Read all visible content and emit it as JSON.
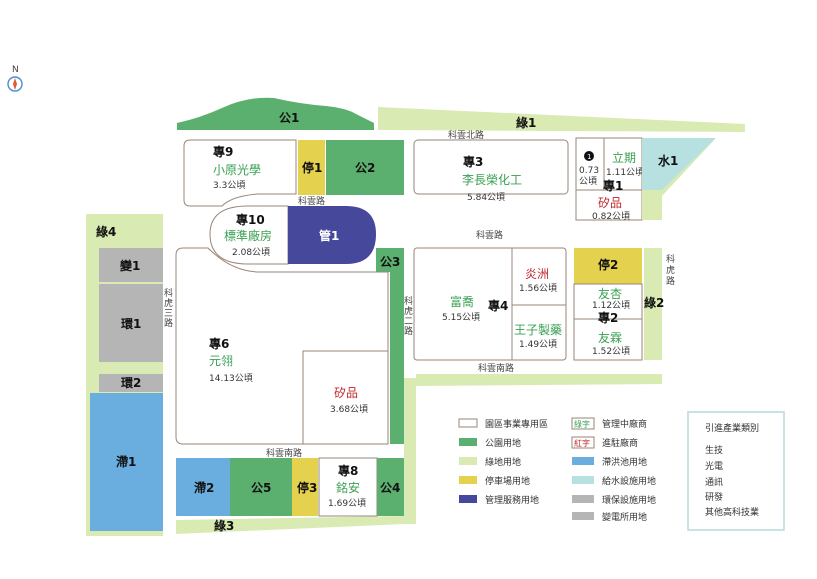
{
  "north": {
    "label": "N"
  },
  "roads": {
    "north": "科雲北路",
    "center_top": "科雲路",
    "center": "科雲路",
    "south_right": "科雲南路",
    "south_left": "科雲南路",
    "vert1": [
      "科",
      "虎",
      "三",
      "路"
    ],
    "vert2": [
      "科",
      "虎",
      "二",
      "路"
    ],
    "vert3": [
      "科",
      "虎",
      "路"
    ]
  },
  "parcels": {
    "gong1": "公1",
    "lu1": "綠1",
    "lu2": "綠2",
    "lu3": "綠3",
    "lu4": "綠4",
    "gong2": "公2",
    "gong3": "公3",
    "gong4": "公4",
    "gong5": "公5",
    "ting1": "停1",
    "ting2": "停2",
    "ting3": "停3",
    "shui1": "水1",
    "guan1": "管1",
    "bian1": "變1",
    "huan1": "環1",
    "huan2": "環2",
    "zhi1": "滯1",
    "zhi2": "滯2",
    "zhuan9": {
      "code": "專9",
      "company": "小原光學",
      "area": "3.3公頃"
    },
    "zhuan10": {
      "code": "專10",
      "company": "標準廠房",
      "area": "2.08公頃"
    },
    "zhuan3": {
      "code": "專3",
      "company": "李長榮化工",
      "area": "5.84公頃"
    },
    "zhuan1": {
      "code": "專1",
      "circle": "1",
      "area_a": "0.73",
      "area_a_unit": "公頃",
      "company_b": "立期",
      "area_b": "1.11公頃",
      "company_c": "矽品",
      "area_c": "0.82公頃"
    },
    "zhuan6": {
      "code": "專6",
      "company": "元翎",
      "area": "14.13公頃",
      "company_b": "矽品",
      "area_b": "3.68公頃"
    },
    "zhuan4": {
      "code": "專4",
      "company_a": "富喬",
      "area_a": "5.15公頃",
      "company_b": "炎洲",
      "area_b": "1.56公頃",
      "company_c": "王子製藥",
      "area_c": "1.49公頃"
    },
    "zhuan2": {
      "code": "專2",
      "company_a": "友杏",
      "area_a": "1.12公頃",
      "company_b": "友霖",
      "area_b": "1.52公頃"
    },
    "zhuan8": {
      "code": "專8",
      "company": "銘安",
      "area": "1.69公頃"
    }
  },
  "legend": {
    "items": [
      "園區事業專用區",
      "公園用地",
      "綠地用地",
      "停車場用地",
      "管理服務用地"
    ],
    "items2": [
      "管理中廠商",
      "進駐廠商",
      "滯洪池用地",
      "給水設施用地",
      "環保設施用地",
      "變電所用地"
    ],
    "tag_green": "綠字",
    "tag_red": "紅字"
  },
  "industry": {
    "title": "引進產業類別",
    "items": [
      "生技",
      "光電",
      "通訊",
      "研發",
      "其他高科技業"
    ]
  },
  "colors": {
    "park": "#5bb06f",
    "green": "#d9ebb3",
    "parking": "#e4d24e",
    "mgmt": "#46489c",
    "detention": "#6aaee0",
    "water": "#b7e0e0",
    "env": "#b5b5b5",
    "outline": "#9a8678",
    "green_text": "#3aa052",
    "red_text": "#c0282d"
  }
}
